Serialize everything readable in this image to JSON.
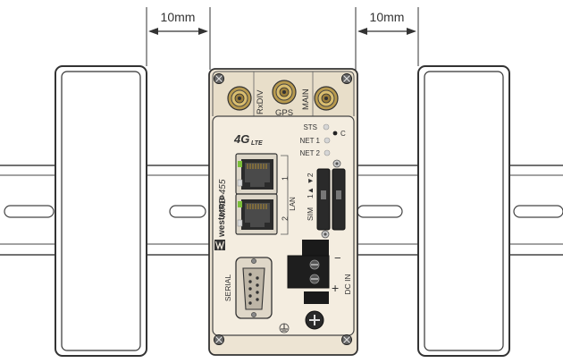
{
  "dimension_labels": {
    "left_gap": "10mm",
    "right_gap": "10mm"
  },
  "antenna_labels": {
    "rxdiv": "RxDIV",
    "gps": "GPS",
    "main": "MAIN"
  },
  "led_labels": {
    "sts": "STS",
    "net1": "NET 1",
    "net2": "NET 2",
    "c": "C"
  },
  "device": {
    "brand": "westermo",
    "model": "MRD-455",
    "badge_main": "4G",
    "badge_sub": "LTE"
  },
  "lan": {
    "label": "LAN",
    "port1": "1",
    "port2": "2"
  },
  "sim": {
    "label": "SIM",
    "slots": "1▲ ▼2"
  },
  "power": {
    "label": "DC IN",
    "minus": "−",
    "plus": "+"
  },
  "serial": {
    "label": "SERIAL"
  },
  "colors": {
    "device_body": "#ede4d3",
    "faceplate": "#f4ede0",
    "outline": "#333333",
    "port_green": "#7bbf3a",
    "rail": "#ffffff"
  }
}
